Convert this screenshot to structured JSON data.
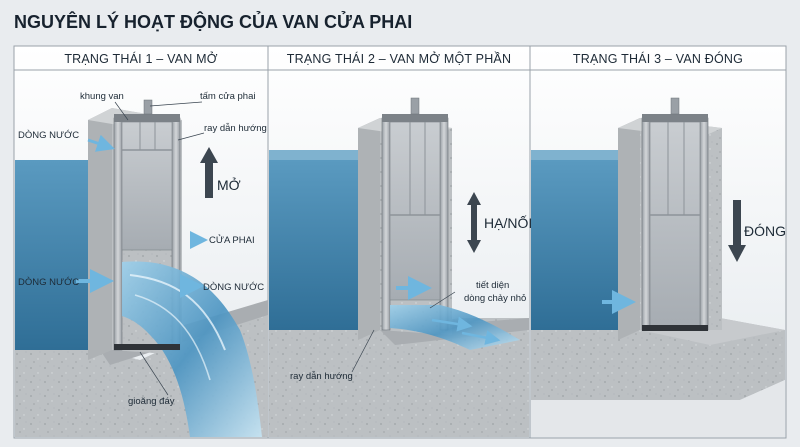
{
  "title": "NGUYÊN LÝ HOẠT ĐỘNG CỦA VAN CỬA PHAI",
  "panels": [
    {
      "heading": "TRẠNG THÁI 1 – VAN MỞ",
      "labels": {
        "frame": "khung van",
        "plate": "tấm cửa phai",
        "rail": "ray dẫn hướng",
        "flow_in_top": "DÒNG NƯỚC",
        "flow_in": "DÒNG NƯỚC",
        "flow_out": "DÒNG NƯỚC",
        "gate": "CỬA PHAI",
        "seal": "gioăng đáy"
      },
      "action": "MỞ"
    },
    {
      "heading": "TRẠNG THÁI 2 – VAN MỞ MỘT PHẦN",
      "labels": {
        "section_line1": "tiết diện",
        "section_line2": "dòng chảy nhỏ",
        "rail": "ray dẫn hướng"
      },
      "action": "HẠ/NỐI"
    },
    {
      "heading": "TRẠNG THÁI 3 – VAN ĐÓNG",
      "labels": {},
      "action": "ĐÓNG"
    }
  ],
  "colors": {
    "water": "#3d7fa6",
    "concrete": "#bfc3c6",
    "steel": "#aeb3b8",
    "arrow": "#6fb6df",
    "text": "#1d2a36"
  }
}
